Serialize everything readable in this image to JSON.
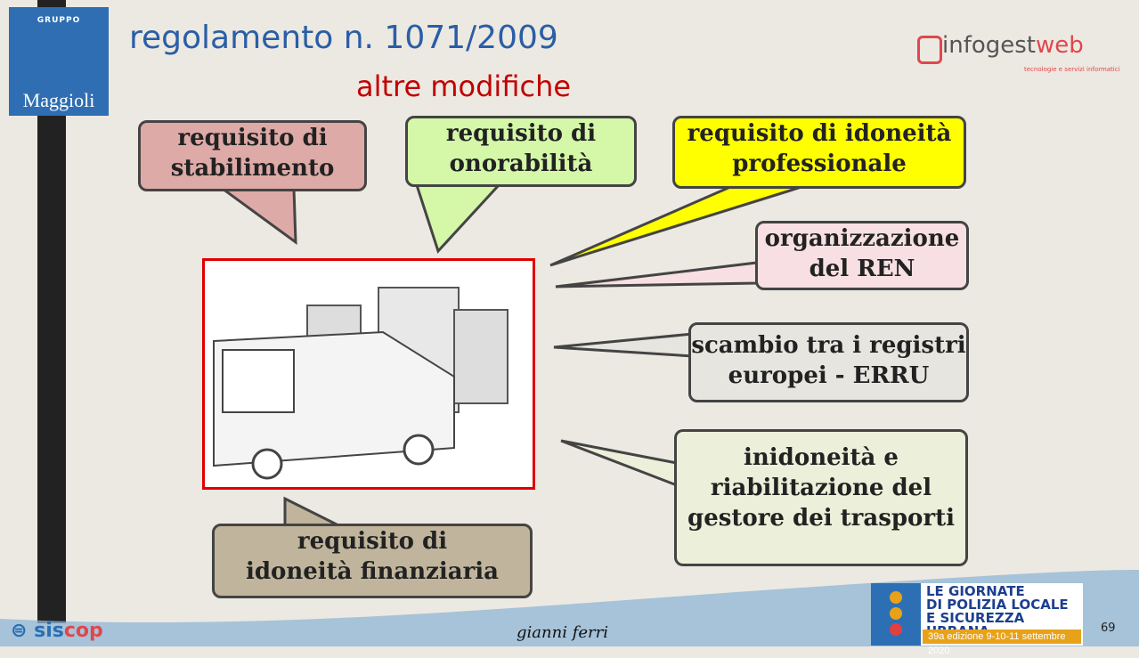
{
  "header": {
    "logo_group": "GRUPPO",
    "logo_name": "Maggioli",
    "title": "regolamento n. 1071/2009",
    "subtitle": "altre modifiche",
    "brand_left": "info",
    "brand_mid": "gest",
    "brand_right": "web",
    "brand_tagline": "tecnologie e servizi informatici"
  },
  "callouts": {
    "stabilimento": [
      "requisito di",
      "stabilimento"
    ],
    "onorabilita": [
      "requisito di",
      "onorabilità"
    ],
    "idoneita_prof": [
      "requisito di idoneità",
      "professionale"
    ],
    "ren": [
      "organizzazione",
      "del REN"
    ],
    "errru": [
      "scambio tra i registri",
      "europei - ERRU"
    ],
    "inidoneita": [
      "inidoneità e",
      "riabilitazione del",
      "gestore dei trasporti"
    ],
    "finanziaria": [
      "requisito di",
      "idoneità finanziaria"
    ]
  },
  "footer": {
    "siscop_a": "sis",
    "siscop_b": "cop",
    "author": "gianni ferri",
    "event_line1": "LE GIORNATE",
    "event_line2": "DI POLIZIA LOCALE",
    "event_line3": "E SICUREZZA URBANA",
    "event_edition": "39a edizione 9-10-11 settembre 2020",
    "page_number": "69"
  },
  "colors": {
    "stabilimento": "#deaaa7",
    "onorabilita": "#d4f7a8",
    "idoneita_prof": "#ffff00",
    "ren": "#f7dfe3",
    "errru": "#e6e5e0",
    "inidoneita": "#ecefd9",
    "finanziaria": "#c0b59c"
  }
}
